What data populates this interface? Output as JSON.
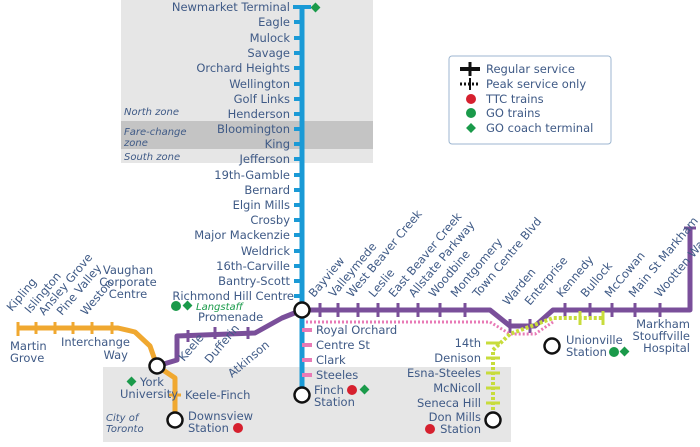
{
  "zones": {
    "north": "North zone",
    "fare_change": "Fare-change zone",
    "south": "South zone",
    "city": "City of Toronto"
  },
  "legend": {
    "regular": "Regular service",
    "peak": "Peak service only",
    "ttc": "TTC trains",
    "go_trains": "GO trains",
    "go_coach": "GO coach terminal"
  },
  "colors": {
    "blue_line": "#1a9ad6",
    "purple_line": "#7a4f9a",
    "orange_line": "#f0a830",
    "lime_line": "#c8dc3c",
    "pink_line": "#e87ab6",
    "ttc_red": "#d6202e",
    "go_green": "#1a9a4a",
    "zone_grey": "#e6e6e6",
    "fare_grey": "#c4c4c4",
    "text": "#3f5a86"
  },
  "stations": {
    "newmarket": "Newmarket Terminal",
    "eagle": "Eagle",
    "mulock": "Mulock",
    "savage": "Savage",
    "orchard_heights": "Orchard Heights",
    "wellington": "Wellington",
    "golf_links": "Golf Links",
    "henderson": "Henderson",
    "bloomington": "Bloomington",
    "king": "King",
    "jefferson": "Jefferson",
    "gamble": "19th-Gamble",
    "bernard": "Bernard",
    "elgin_mills": "Elgin Mills",
    "crosby": "Crosby",
    "major_mackenzie": "Major Mackenzie",
    "weldrick": "Weldrick",
    "carville": "16th-Carville",
    "bantry_scott": "Bantry-Scott",
    "richmond_hill_centre": "Richmond Hill Centre",
    "langstaff": "Langstaff",
    "royal_orchard": "Royal Orchard",
    "centre_st": "Centre St",
    "clark": "Clark",
    "steeles": "Steeles",
    "finch_1": "Finch",
    "finch_2": "Station",
    "bayview": "Bayview",
    "valleymede": "Valleymede",
    "west_beaver_creek": "West Beaver Creek",
    "leslie": "Leslie",
    "east_beaver_creek": "East Beaver Creek",
    "allstate_parkway": "Allstate Parkway",
    "woodbine": "Woodbine",
    "montgomery": "Montgomery",
    "town_centre_blvd": "Town Centre Blvd",
    "warden": "Warden",
    "enterprise": "Enterprise",
    "kennedy": "Kennedy",
    "bullock": "Bullock",
    "mccowan": "McCowan",
    "main_st_markham": "Main St Markham",
    "wootten_way": "Wootten Way",
    "markham_1": "Markham",
    "markham_2": "Stouffville",
    "markham_3": "Hospital",
    "unionville_1": "Unionville",
    "unionville_2": "Station",
    "fourteenth": "14th",
    "denison": "Denison",
    "esna_steeles": "Esna-Steeles",
    "mcnicoll": "McNicoll",
    "seneca_hill": "Seneca Hill",
    "don_mills_1": "Don Mills",
    "don_mills_2": "Station",
    "kipling": "Kipling",
    "islington": "Islington",
    "ansley_grove": "Ansley Grove",
    "pine_valley": "Pine Valley",
    "weston": "Weston",
    "vaughan_1": "Vaughan",
    "vaughan_2": "Corporate",
    "vaughan_3": "Centre",
    "martin_grove_1": "Martin",
    "martin_grove_2": "Grove",
    "interchange_1": "Interchange",
    "interchange_2": "Way",
    "keele": "Keele",
    "dufferin": "Dufferin",
    "promenade": "Promenade",
    "atkinson": "Atkinson",
    "york_1": "York",
    "york_2": "University",
    "keele_finch": "Keele-Finch",
    "downsview_1": "Downsview",
    "downsview_2": "Station"
  }
}
